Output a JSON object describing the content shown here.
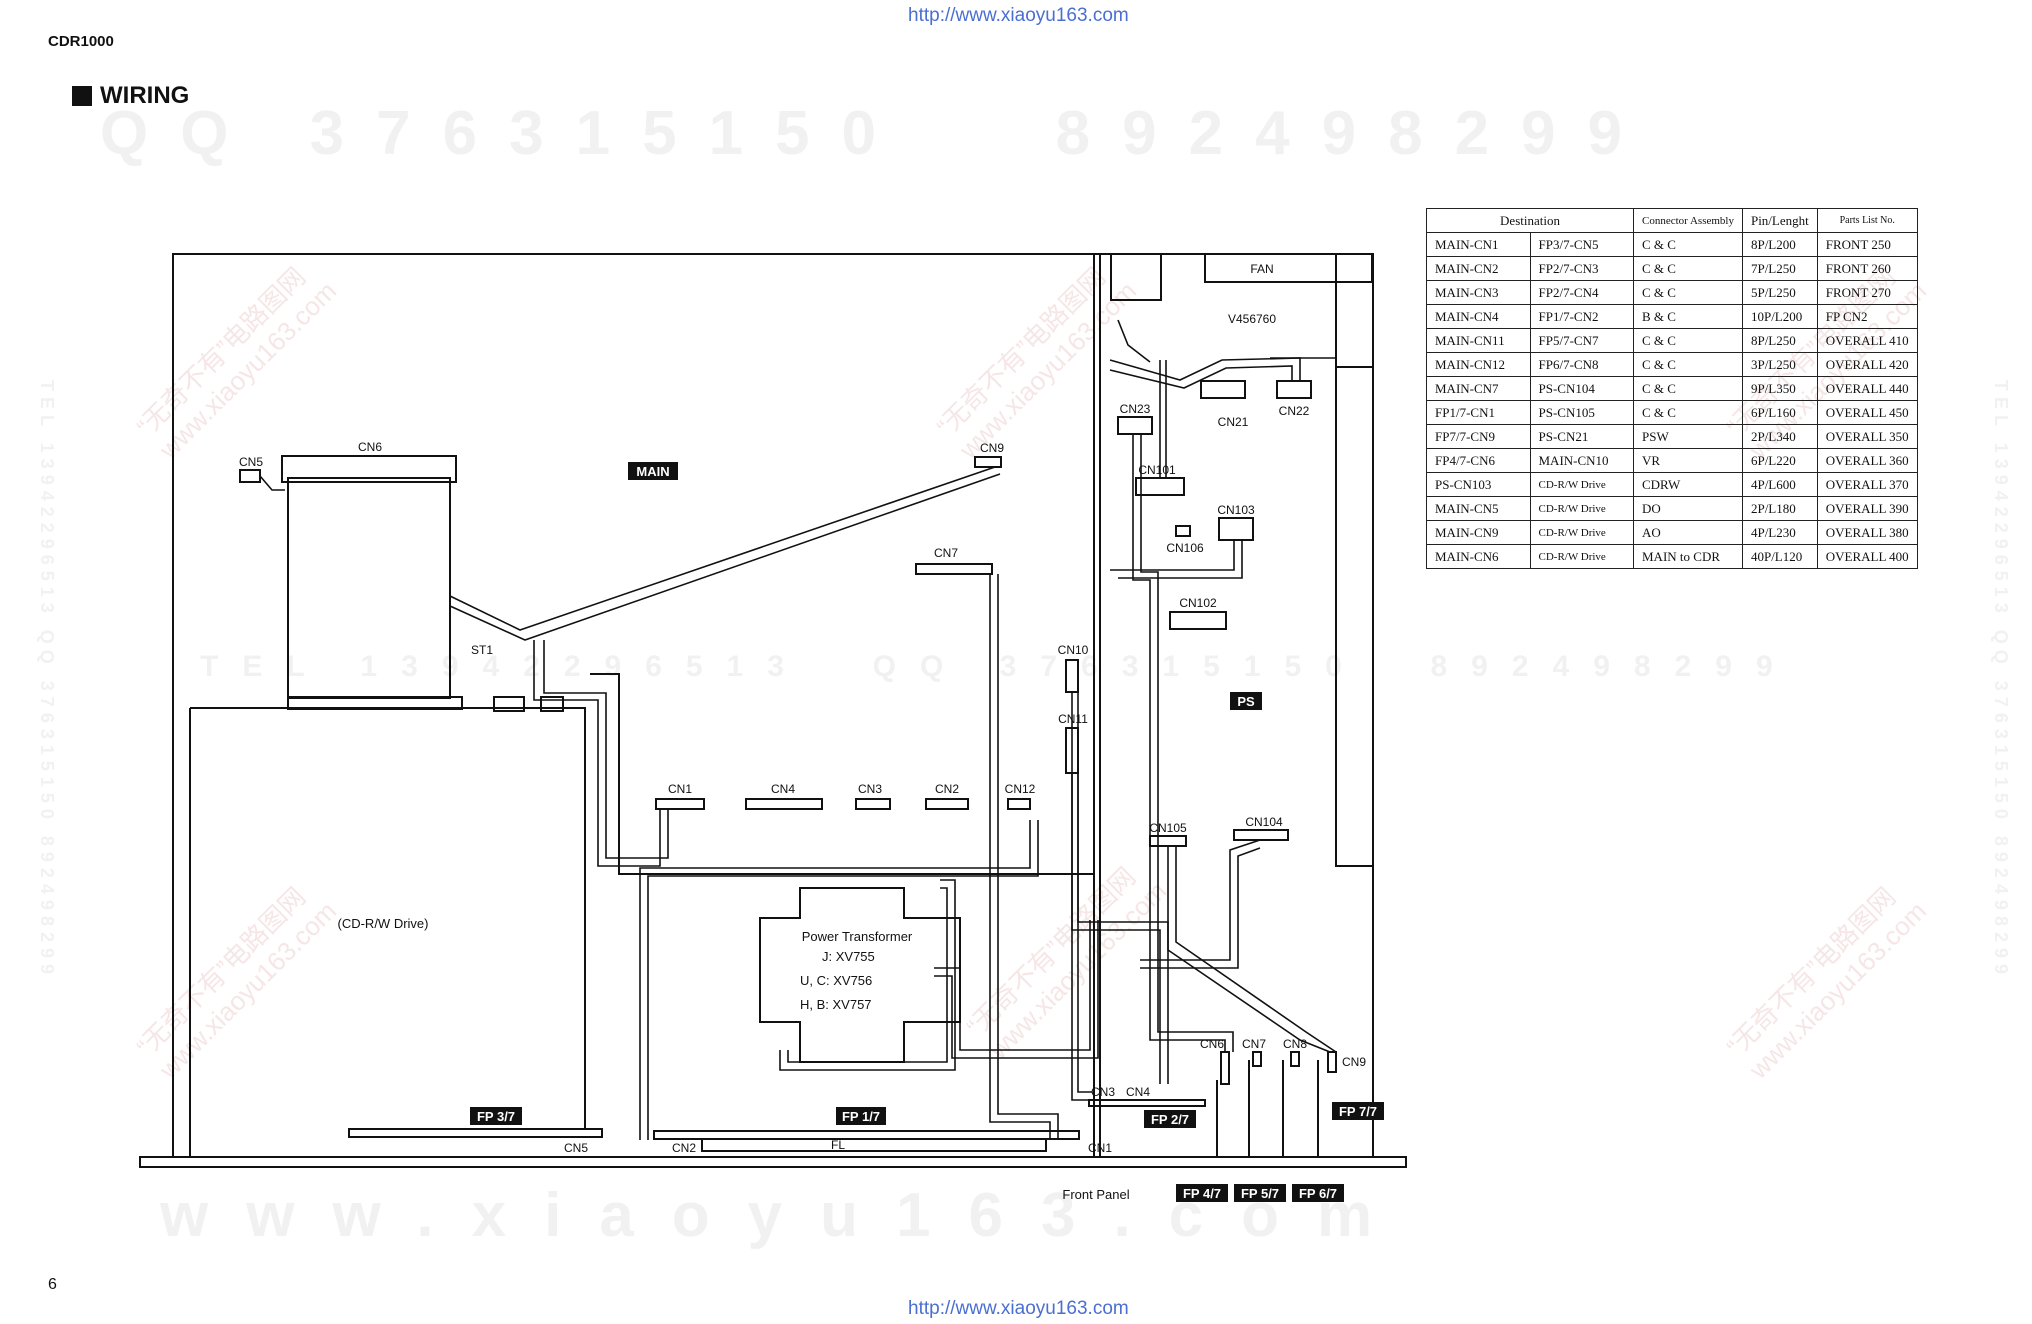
{
  "header": {
    "url_top": "http://www.xiaoyu163.com",
    "url_bottom": "http://www.xiaoyu163.com",
    "model": "CDR1000",
    "section": "WIRING",
    "page_number": "6"
  },
  "watermarks": {
    "top": "QQ 376315150   892498299",
    "bottom": "www.xiaoyu163.com",
    "middle": "TEL 13942296513  QQ 376315150  892498299",
    "side_left": "TEL 13942296513 QQ 376315150 892498299",
    "side_right": "TEL 13942296513 QQ 376315150 892498299",
    "diag_cn": "“无奇不有”电路图网",
    "diag_url": "www.xiaoyu163.com"
  },
  "table": {
    "headers": [
      "Destination",
      "Connector Assembly",
      "Pin/Lenght",
      "Parts List No."
    ],
    "rows": [
      [
        "MAIN-CN1",
        "FP3/7-CN5",
        "C & C",
        "8P/L200",
        "FRONT 250"
      ],
      [
        "MAIN-CN2",
        "FP2/7-CN3",
        "C & C",
        "7P/L250",
        "FRONT 260"
      ],
      [
        "MAIN-CN3",
        "FP2/7-CN4",
        "C & C",
        "5P/L250",
        "FRONT 270"
      ],
      [
        "MAIN-CN4",
        "FP1/7-CN2",
        "B & C",
        "10P/L200",
        "FP CN2"
      ],
      [
        "MAIN-CN11",
        "FP5/7-CN7",
        "C & C",
        "8P/L250",
        "OVERALL 410"
      ],
      [
        "MAIN-CN12",
        "FP6/7-CN8",
        "C & C",
        "3P/L250",
        "OVERALL 420"
      ],
      [
        "MAIN-CN7",
        "PS-CN104",
        "C & C",
        "9P/L350",
        "OVERALL 440"
      ],
      [
        "FP1/7-CN1",
        "PS-CN105",
        "C & C",
        "6P/L160",
        "OVERALL 450"
      ],
      [
        "FP7/7-CN9",
        "PS-CN21",
        "PSW",
        "2P/L340",
        "OVERALL 350"
      ],
      [
        "FP4/7-CN6",
        "MAIN-CN10",
        "VR",
        "6P/L220",
        "OVERALL 360"
      ],
      [
        "PS-CN103",
        "CD-R/W Drive",
        "CDRW",
        "4P/L600",
        "OVERALL 370"
      ],
      [
        "MAIN-CN5",
        "CD-R/W Drive",
        "DO",
        "2P/L180",
        "OVERALL 390"
      ],
      [
        "MAIN-CN9",
        "CD-R/W Drive",
        "AO",
        "4P/L230",
        "OVERALL 380"
      ],
      [
        "MAIN-CN6",
        "CD-R/W Drive",
        "MAIN to CDR",
        "40P/L120",
        "OVERALL 400"
      ]
    ]
  },
  "diagram": {
    "boards": {
      "main": "MAIN",
      "ps": "PS",
      "fp1": "FP 1/7",
      "fp2": "FP 2/7",
      "fp3": "FP 3/7",
      "fp4": "FP 4/7",
      "fp5": "FP 5/7",
      "fp6": "FP 6/7",
      "fp7": "FP 7/7"
    },
    "labels": {
      "fan": "FAN",
      "v456760": "V456760",
      "cn23": "CN23",
      "cn21": "CN21",
      "cn22": "CN22",
      "cn101": "CN101",
      "cn103": "CN103",
      "cn106": "CN106",
      "cn102": "CN102",
      "cn5": "CN5",
      "cn6": "CN6",
      "cn9": "CN9",
      "cn7": "CN7",
      "st1": "ST1",
      "cn10": "CN10",
      "cn11": "CN11",
      "cn1": "CN1",
      "cn4": "CN4",
      "cn3": "CN3",
      "cn2": "CN2",
      "cn12": "CN12",
      "cn105": "CN105",
      "cn104": "CN104",
      "drive": "(CD-R/W Drive)",
      "pt_title": "Power Transformer",
      "pt_j": "J: XV755",
      "pt_uc": "U, C: XV756",
      "pt_hb": "H, B: XV757",
      "fp_cn6": "CN6",
      "fp_cn7": "CN7",
      "fp_cn8": "CN8",
      "fp_cn9": "CN9",
      "fp_cn3": "CN3",
      "fp_cn4": "CN4",
      "fp_cn5": "CN5",
      "fp_cn2": "CN2",
      "fl": "FL",
      "fp_cn1": "CN1",
      "front_panel": "Front Panel"
    }
  }
}
